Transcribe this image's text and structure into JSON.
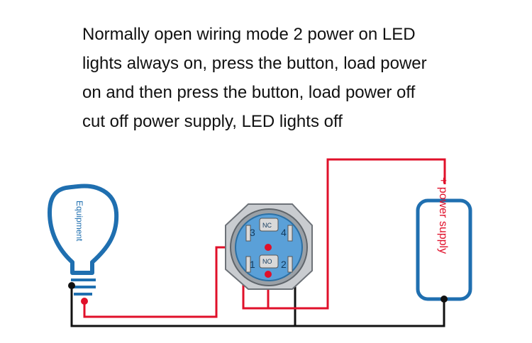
{
  "description_lines": [
    "Normally open wiring mode 2 power on LED",
    "lights always on, press the button, load power",
    "on and then press the button, load power off",
    "cut off power supply, LED lights off"
  ],
  "bulb": {
    "label": "Equipment"
  },
  "power_supply": {
    "label": "+ power supply"
  },
  "switch": {
    "terminals": {
      "t1": "1",
      "t2": "2",
      "t3": "3",
      "t4": "4"
    },
    "nc_label": "NC",
    "no_label": "NO"
  },
  "colors": {
    "red_wire": "#e0102a",
    "black_wire": "#111111",
    "outline_blue": "#1f6fb0",
    "switch_face": "#5aa0d8"
  }
}
